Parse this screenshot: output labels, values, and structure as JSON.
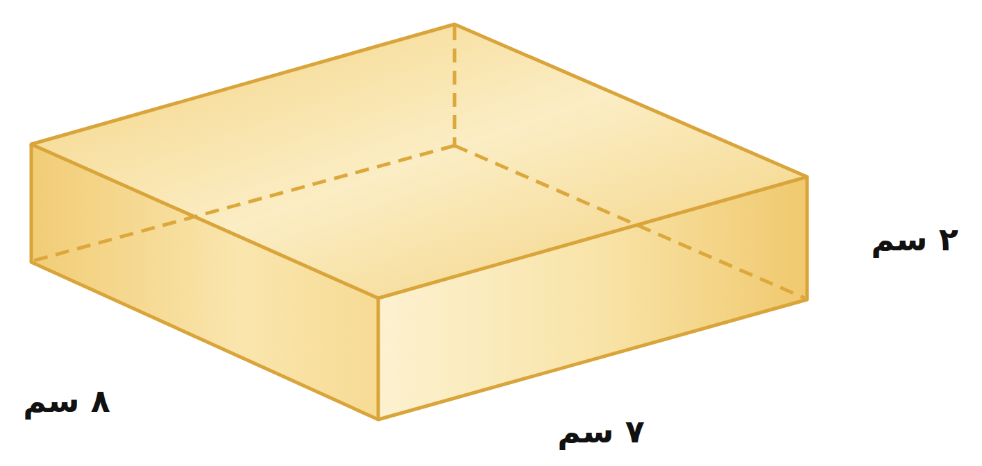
{
  "diagram": {
    "labels": [
      "٢ سم",
      "٨ سم",
      "٧ سم"
    ]
  }
}
